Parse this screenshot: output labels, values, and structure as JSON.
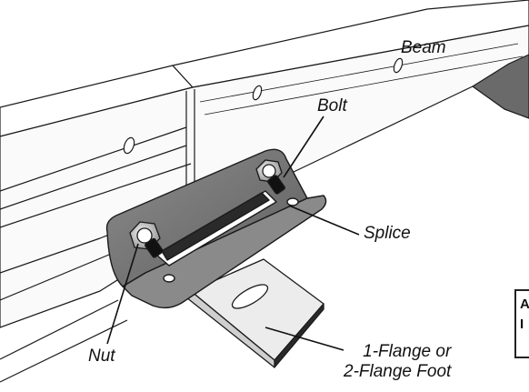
{
  "labels": {
    "beam": "Beam",
    "bolt": "Bolt",
    "splice": "Splice",
    "nut": "Nut",
    "foot_line1": "1-Flange or",
    "foot_line2": "2-Flange Foot"
  },
  "corner_box": {
    "line1": "A",
    "line2": "I"
  },
  "colors": {
    "line": "#1a1a1a",
    "beam_fill": "#ffffff",
    "splice_fill": "#7a7a7a",
    "splice_dark": "#4a4a4a",
    "foot_fill": "#ececec",
    "hardware": "#bdbdbd"
  }
}
